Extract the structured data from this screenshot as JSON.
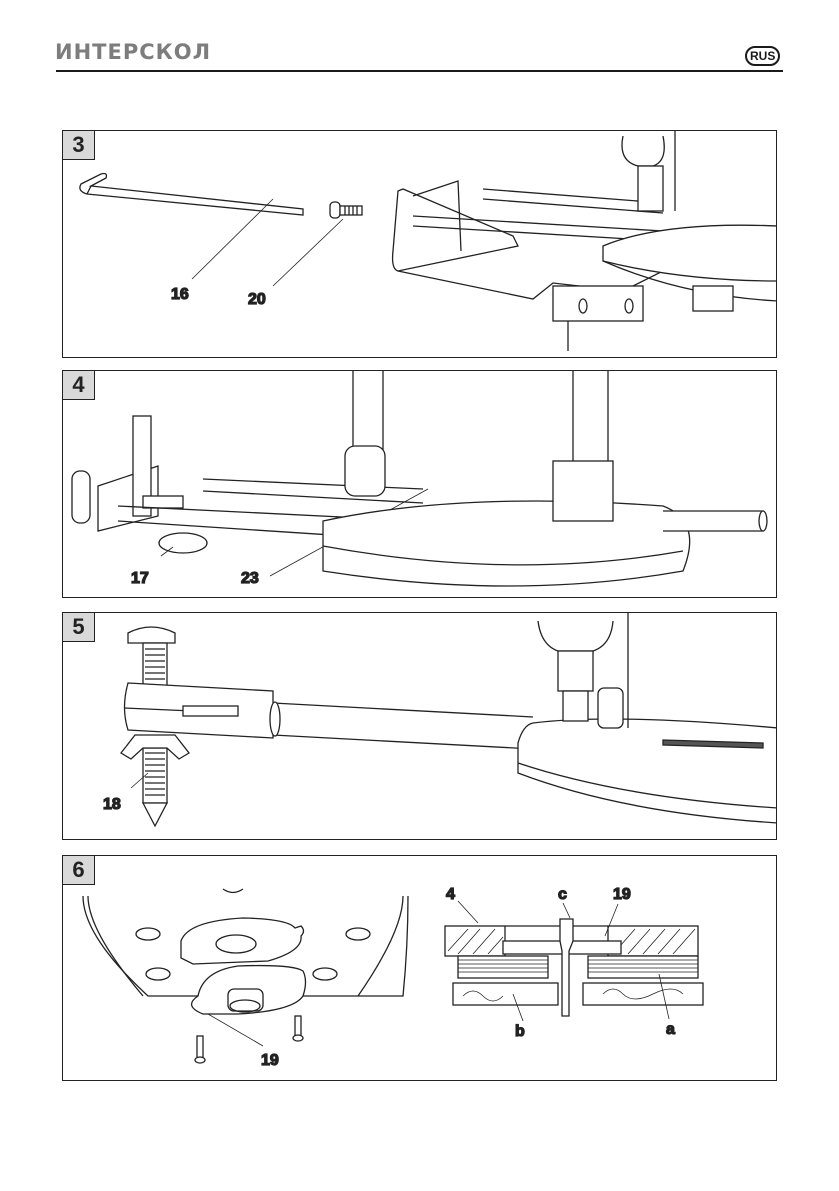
{
  "header": {
    "brand": "ИНТЕРСКОЛ",
    "language_badge": "RUS"
  },
  "figures": [
    {
      "number": "3",
      "callouts": [
        "16",
        "20"
      ],
      "parts": [
        "hex-key",
        "screw",
        "parallel-guide",
        "router-base"
      ]
    },
    {
      "number": "4",
      "callouts": [
        "17",
        "23"
      ],
      "parts": [
        "parallel-guide",
        "guide-rods",
        "router-base",
        "depth-stop"
      ]
    },
    {
      "number": "5",
      "callouts": [
        "18"
      ],
      "parts": [
        "centering-pin",
        "wing-nut",
        "guide-rod",
        "router-base"
      ]
    },
    {
      "number": "6",
      "callouts": [
        "19",
        "4",
        "c",
        "19",
        "b",
        "a"
      ],
      "parts": [
        "base-plate",
        "copy-sleeve",
        "screws",
        "cross-section"
      ]
    }
  ]
}
